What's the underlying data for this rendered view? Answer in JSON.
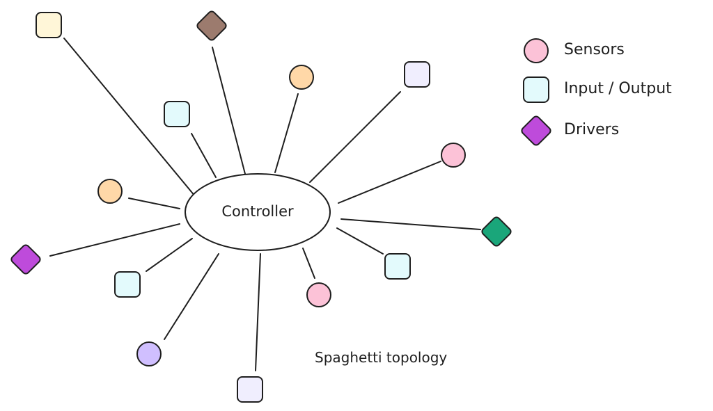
{
  "controller": {
    "label": "Controller"
  },
  "caption": "Spaghetti topology",
  "legend": [
    {
      "label": "Sensors",
      "shape": "circle",
      "color": "#fcc2d7"
    },
    {
      "label": "Input / Output",
      "shape": "square",
      "color": "#e3fafc"
    },
    {
      "label": "Drivers",
      "shape": "diamond",
      "color": "#be4bdb"
    }
  ],
  "nodes": [
    {
      "shape": "square",
      "color": "#fff6d8"
    },
    {
      "shape": "diamond",
      "color": "#9c7b6e"
    },
    {
      "shape": "circle",
      "color": "#ffd8a8"
    },
    {
      "shape": "square",
      "color": "#f0eefe"
    },
    {
      "shape": "square",
      "color": "#e3fafc"
    },
    {
      "shape": "circle",
      "color": "#fcc2d7"
    },
    {
      "shape": "circle",
      "color": "#ffd8a8"
    },
    {
      "shape": "diamond",
      "color": "#1aa67a"
    },
    {
      "shape": "diamond",
      "color": "#be4bdb"
    },
    {
      "shape": "square",
      "color": "#e3fafc"
    },
    {
      "shape": "square",
      "color": "#e3fafc"
    },
    {
      "shape": "circle",
      "color": "#fcc2d7"
    },
    {
      "shape": "circle",
      "color": "#d0bfff"
    },
    {
      "shape": "square",
      "color": "#f0eefe"
    }
  ],
  "stroke_color": "#1e1e1e"
}
